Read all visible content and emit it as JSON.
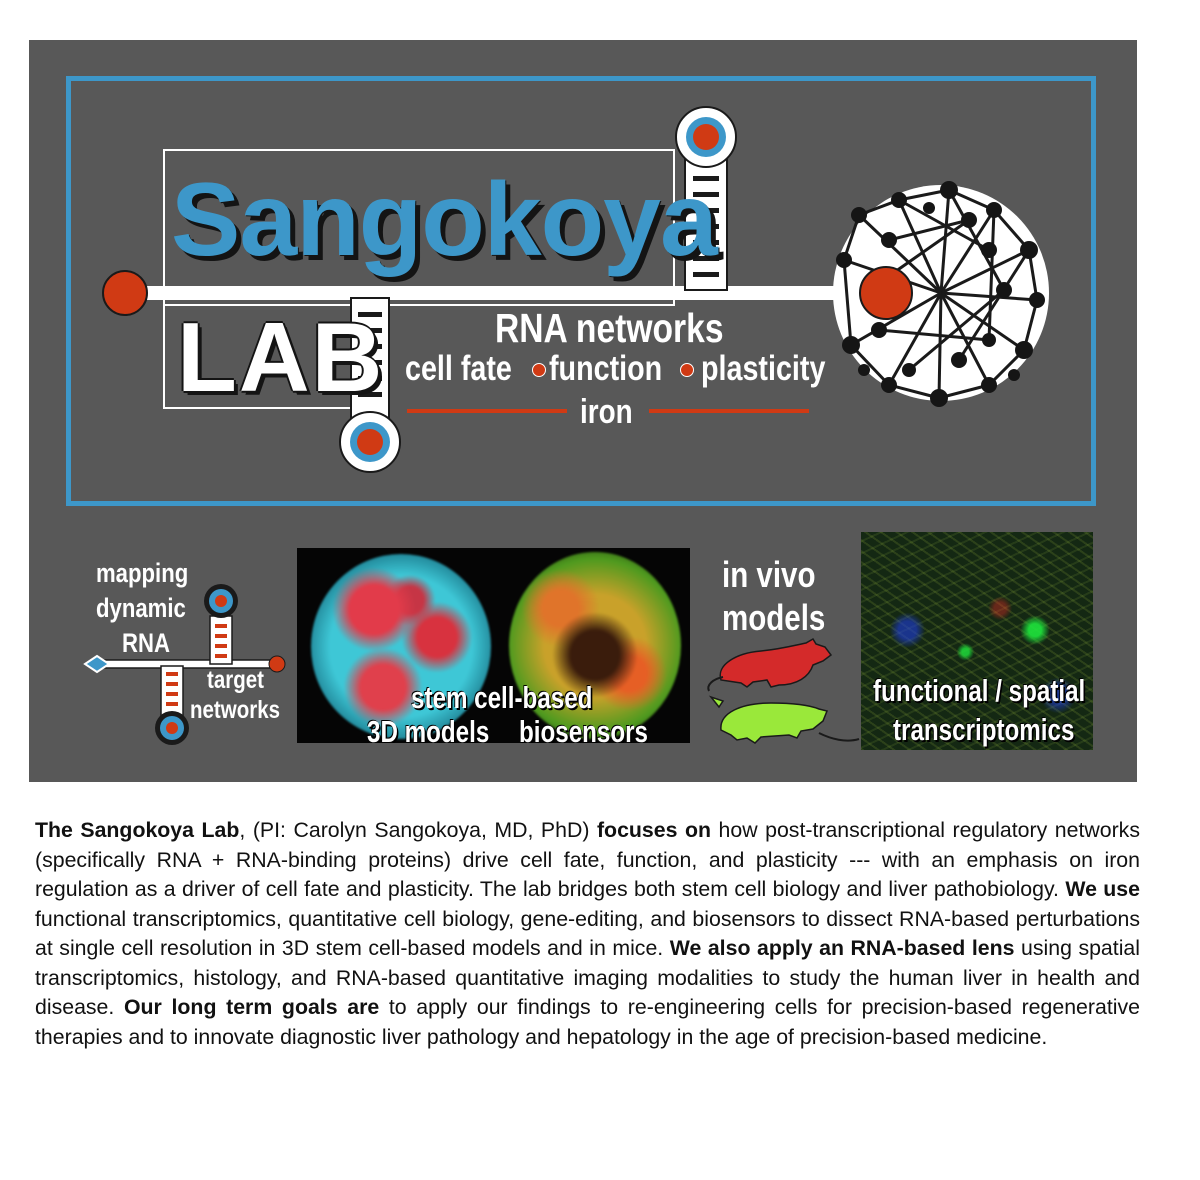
{
  "logo": {
    "title": "Sangokoya",
    "lab": "LAB",
    "tagline": "RNA networks",
    "keywords": [
      "cell fate",
      "function",
      "plasticity"
    ],
    "iron": "iron"
  },
  "panels": {
    "mapping": [
      "mapping",
      "dynamic",
      "RNA"
    ],
    "target": [
      "target",
      "networks"
    ],
    "stem_cell": [
      "stem cell-based",
      "3D models",
      "biosensors"
    ],
    "in_vivo": [
      "in vivo",
      "models"
    ],
    "spatial": [
      "functional / spatial",
      "transcriptomics"
    ]
  },
  "colors": {
    "accent_blue": "#3d97c9",
    "accent_red": "#d03a14",
    "panel_gray": "#585858",
    "mouse_green": "#9ae83a",
    "mouse_red": "#d42a2a"
  },
  "description": {
    "p1_b": "The Sangokoya Lab",
    "p1": ", (PI: Carolyn Sangokoya, MD, PhD) ",
    "p2_b": "focuses on",
    "p2": " how post-transcriptional regulatory networks (specifically RNA + RNA-binding proteins) drive cell fate, function, and plasticity --- with an emphasis on iron regulation as a driver of cell fate and plasticity.  The lab bridges both stem cell biology and liver pathobiology. ",
    "p3_b": "We use",
    "p3": " functional transcriptomics, quantitative cell biology, gene-editing, and biosensors to dissect RNA-based perturbations at single cell resolution in 3D stem cell-based models and in mice. ",
    "p4_b": "We also apply an RNA-based lens",
    "p4": " using spatial transcriptomics, histology, and RNA-based quantitative imaging modalities to study the human liver in health and disease. ",
    "p5_b": "Our long term goals are",
    "p5": " to apply our findings to re-engineering cells for precision-based regenerative therapies and to innovate diagnostic liver pathology and hepatology in the age of precision-based medicine."
  }
}
